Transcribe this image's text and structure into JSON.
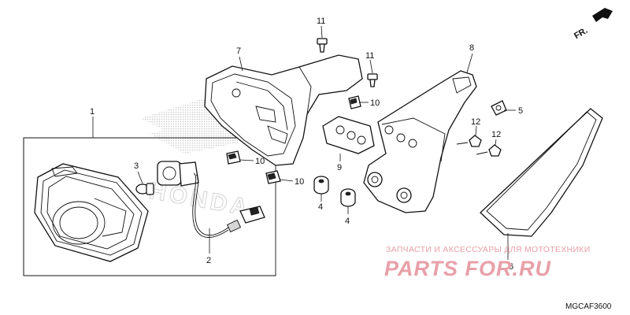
{
  "diagram": {
    "callouts": [
      {
        "id": "c1",
        "text": "1"
      },
      {
        "id": "c2",
        "text": "2"
      },
      {
        "id": "c3",
        "text": "3"
      },
      {
        "id": "c4a",
        "text": "4"
      },
      {
        "id": "c4b",
        "text": "4"
      },
      {
        "id": "c5",
        "text": "5"
      },
      {
        "id": "c6",
        "text": "6"
      },
      {
        "id": "c7",
        "text": "7"
      },
      {
        "id": "c8",
        "text": "8"
      },
      {
        "id": "c9",
        "text": "9"
      },
      {
        "id": "c10a",
        "text": "10"
      },
      {
        "id": "c10b",
        "text": "10"
      },
      {
        "id": "c10c",
        "text": "10"
      },
      {
        "id": "c11a",
        "text": "11"
      },
      {
        "id": "c11b",
        "text": "11"
      },
      {
        "id": "c12a",
        "text": "12"
      },
      {
        "id": "c12b",
        "text": "12"
      }
    ],
    "direction_label": "FR.",
    "watermark_brand": "HONDA",
    "watermark_shop_text": "ЗАПЧАСТИ И АКСЕССУАРЫ ДЛЯ МОТОТЕХНИКИ",
    "watermark_site": "PARTS FOR.RU",
    "diagram_code": "MGCAF3600",
    "colors": {
      "line": "#111111",
      "watermark_red": "#e8a0a8",
      "honda_grey": "#c8c8c8"
    }
  }
}
